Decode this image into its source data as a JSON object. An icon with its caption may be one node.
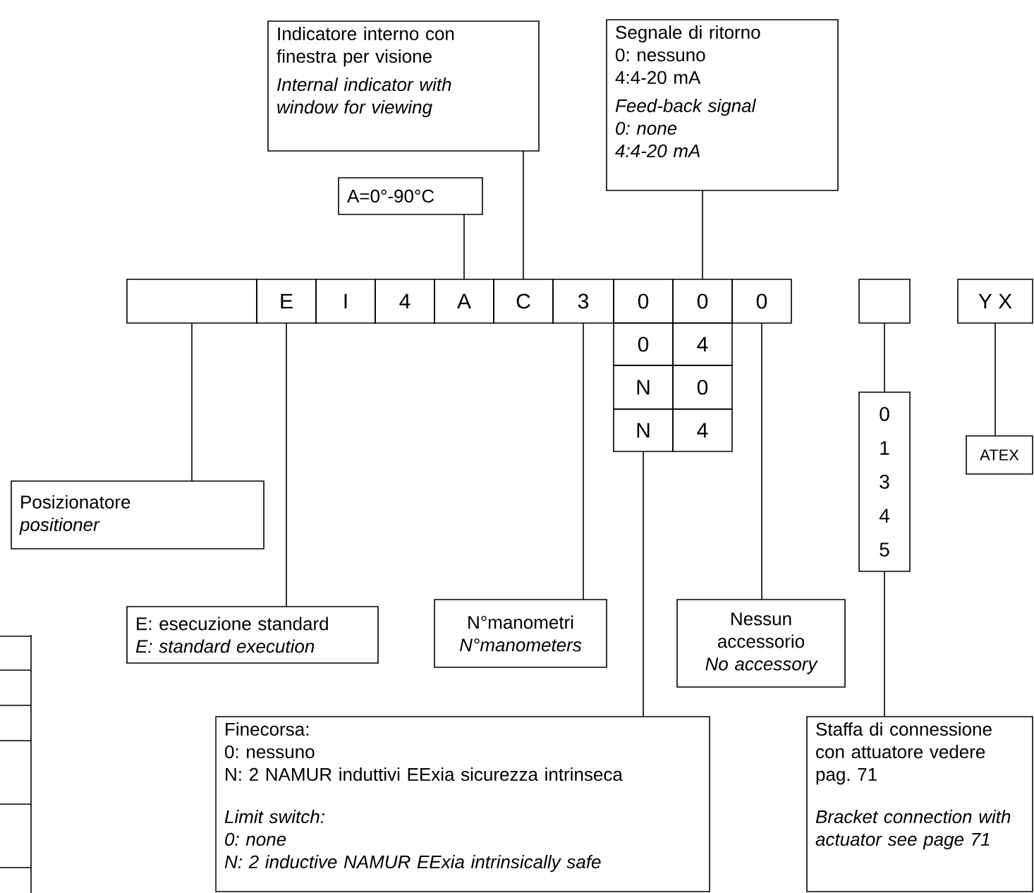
{
  "diagram": {
    "nodes": [
      {
        "text": [],
        "shape": "box"
      },
      {
        "text": [
          "E"
        ]
      },
      {
        "text": [
          "I"
        ]
      },
      {
        "text": [
          "4"
        ]
      },
      {
        "text": [
          "A"
        ]
      },
      {
        "text": [
          "C"
        ]
      },
      {
        "text": [
          "3"
        ]
      },
      {
        "text": [
          "0"
        ]
      },
      {
        "text": [
          "0"
        ]
      },
      {
        "text": [
          "0"
        ]
      },
      {
        "text": [
          "0"
        ]
      },
      {
        "text": [
          "4"
        ]
      },
      {
        "text": [
          "N"
        ]
      },
      {
        "text": [
          "0"
        ]
      },
      {
        "text": [
          "N"
        ]
      },
      {
        "text": [
          "4"
        ]
      },
      {
        "text": [],
        "shape": "box"
      },
      {
        "text": [
          "Y X"
        ]
      },
      {
        "text": [
          "0",
          "1",
          "3",
          "4",
          "5"
        ]
      },
      {
        "text": [
          "ATEX"
        ]
      },
      {
        "text": [
          "A=0°-90°C"
        ]
      },
      {
        "text": [
          "Indicatore interno con finestra per visione",
          "Internal indicator with window for viewing"
        ]
      },
      {
        "text": [
          "Segnale di ritorno",
          "0: nessuno",
          "4:4-20 mA",
          "Feed-back signal",
          "0: none",
          "4:4-20 mA"
        ]
      },
      {
        "text": [
          "Posizionatore",
          "positioner"
        ]
      },
      {
        "text": [
          "E: esecuzione standard",
          "E: standard execution"
        ]
      },
      {
        "text": [
          "N°manometri",
          "N°manometers"
        ]
      },
      {
        "text": [
          "Nessun accessorio",
          "No accessory"
        ]
      },
      {
        "text": [
          "Finecorsa:",
          "0: nessuno",
          "N: 2 NAMUR induttivi EExia sicurezza intrinseca",
          "Limit switch:",
          "0: none",
          "N: 2 inductive NAMUR EExia intrinsically safe"
        ]
      },
      {
        "text": [
          "Staffa di connessione con attuatore vedere pag. 71",
          "Bracket connection with actuator see page 71"
        ]
      }
    ],
    "edges": [
      {
        "from": 0,
        "to": 23,
        "arrow": "none"
      },
      {
        "from": 1,
        "to": 24,
        "arrow": "none"
      },
      {
        "from": 4,
        "to": 20,
        "arrow": "none"
      },
      {
        "from": 5,
        "to": 21,
        "arrow": "none"
      },
      {
        "from": 8,
        "to": 22,
        "arrow": "none"
      },
      {
        "from": 6,
        "to": 25,
        "arrow": "none"
      },
      {
        "from": 9,
        "to": 26,
        "arrow": "none"
      },
      {
        "from": 14,
        "to": 27,
        "arrow": "none"
      },
      {
        "from": 16,
        "to": 18,
        "arrow": "none"
      },
      {
        "from": 18,
        "to": 28,
        "arrow": "none"
      },
      {
        "from": 17,
        "to": 19,
        "arrow": "none"
      }
    ]
  }
}
